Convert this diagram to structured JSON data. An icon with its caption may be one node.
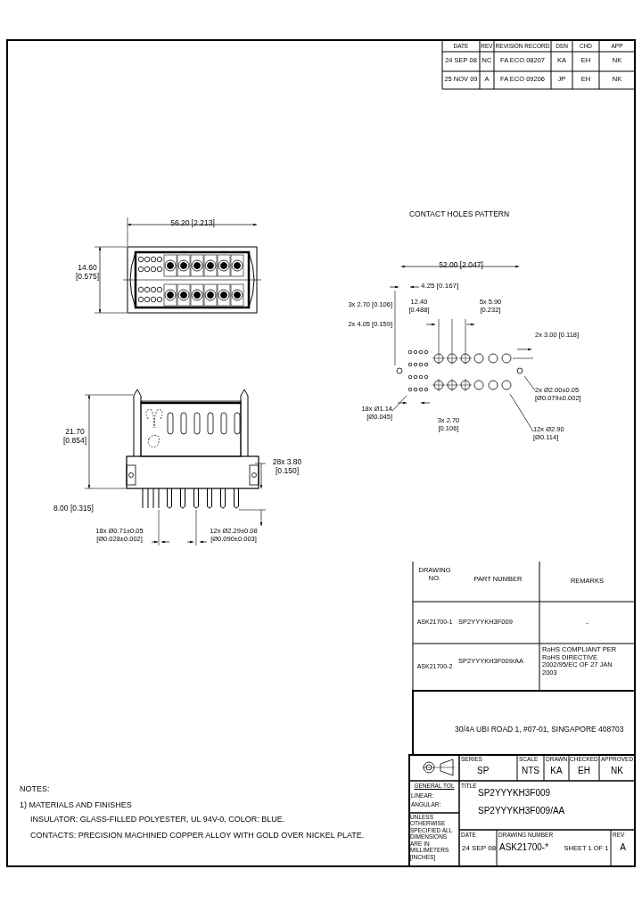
{
  "diagram": {
    "nodes": [
      {
        "text": [
          "2x Ø2.00±0.05 [Ø0.079±0.002]"
        ]
      },
      {
        "text": [
          "18x Ø1.14 [Ø0.045]"
        ]
      },
      {
        "text": [
          "12x Ø2.90 [Ø0.114]"
        ]
      }
    ],
    "edges": [
      {
        "from": 0,
        "to": null,
        "arrow": "none"
      },
      {
        "from": 1,
        "to": null,
        "arrow": "none"
      },
      {
        "from": 2,
        "to": null,
        "arrow": "none"
      }
    ],
    "labels": [
      "DATE",
      "REV",
      "REVISION RECORD",
      "DSN",
      "CHD",
      "APP",
      "24 SEP 08",
      "NC",
      "FA ECO 08207",
      "KA",
      "EH",
      "NK",
      "25 NOV 09",
      "A",
      "FA ECO 09206",
      "JP",
      "EH",
      "NK",
      "CONTACT HOLES PATTERN",
      "56.20 [2.213]",
      "14.60 [0.575]",
      "52.00 [2.047]",
      "4.25 [0.167]",
      "3x 2.70 [0.106]",
      "12.40 [0.488]",
      "5x 5.90 [0.232]",
      "2x 4.05 [0.159]",
      "2x 3.00 [0.118]",
      "3x 2.70 [0.106]",
      "21.70 [0.854]",
      "28x 3.80 [0.150]",
      "8.00 [0.315]",
      "18x Ø0.71±0.05 [Ø0.028±0.002]",
      "12x Ø2.29±0.08 [Ø0.090±0.003]",
      "DRAWING NO.",
      "PART NUMBER",
      "REMARKS",
      "ASK21700-1",
      "SP2YYYKH3F009",
      "-",
      "ASK21700-2",
      "SP2YYYKH3F009/AA",
      "RoHS COMPLIANT PER RoHS DIRECTIVE 2002/95/EC OF 27 JAN 2003",
      "30/4A UBI ROAD 1, #07-01, SINGAPORE 408703",
      "SERIES",
      "SP",
      "SCALE",
      "NTS",
      "DRAWN",
      "KA",
      "CHECKED",
      "EH",
      "APPROVED",
      "NK",
      "GENERAL TOL",
      "LINEAR:",
      "ANGULAR:",
      "UNLESS OTHERWISE SPECIFIED ALL DIMENSIONS ARE IN MILLIMETERS [INCHES]",
      "TITLE",
      "SP2YYYKH3F009",
      "SP2YYYKH3F009/AA",
      "DATE",
      "24 SEP 08",
      "DRAWING NUMBER",
      "ASK21700-*",
      "SHEET 1 OF 1",
      "REV",
      "A",
      "NOTES:",
      "1) MATERIALS AND FINISHES",
      "INSULATOR: GLASS-FILLED POLYESTER, UL 94V-0, COLOR: BLUE.",
      "CONTACTS: PRECISION MACHINED COPPER ALLOY WITH GOLD OVER NICKEL PLATE."
    ]
  }
}
